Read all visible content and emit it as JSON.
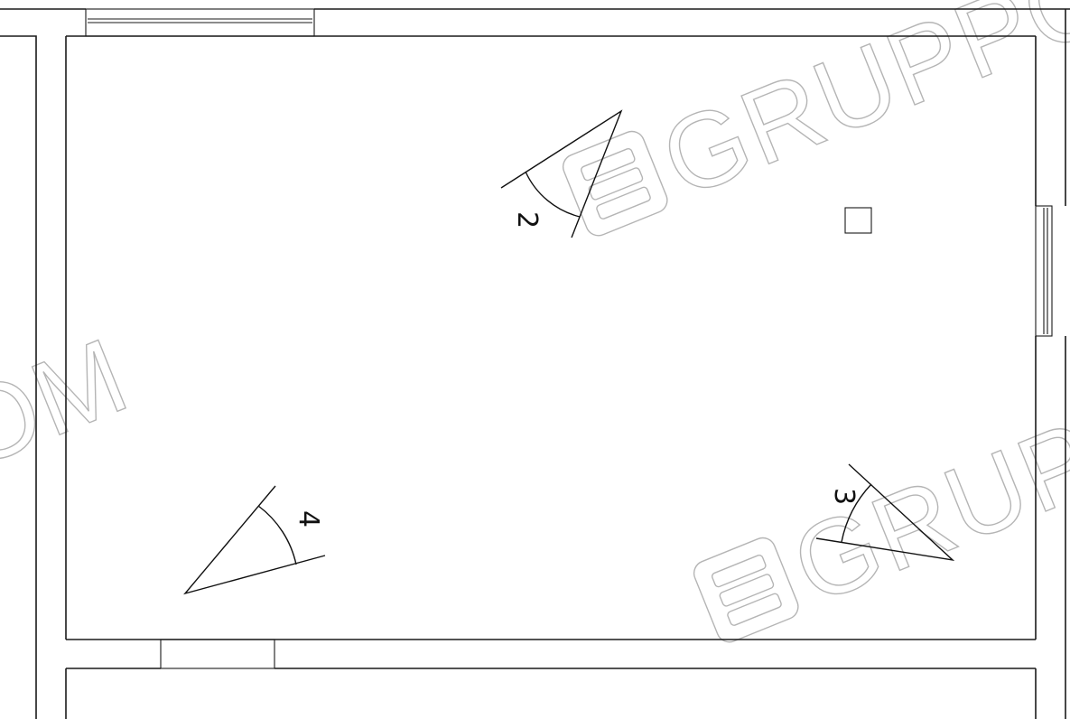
{
  "plan": {
    "colors": {
      "line": "#1a1a1a",
      "watermark": "#b5b5b5"
    },
    "cameras": [
      {
        "id": "cam-2",
        "label": "2"
      },
      {
        "id": "cam-3",
        "label": "3"
      },
      {
        "id": "cam-4",
        "label": "4"
      }
    ],
    "watermark": {
      "texts": [
        "GRUPPOB",
        "GRUPP",
        "OM"
      ],
      "logo_icon": "e-logo-icon"
    }
  }
}
